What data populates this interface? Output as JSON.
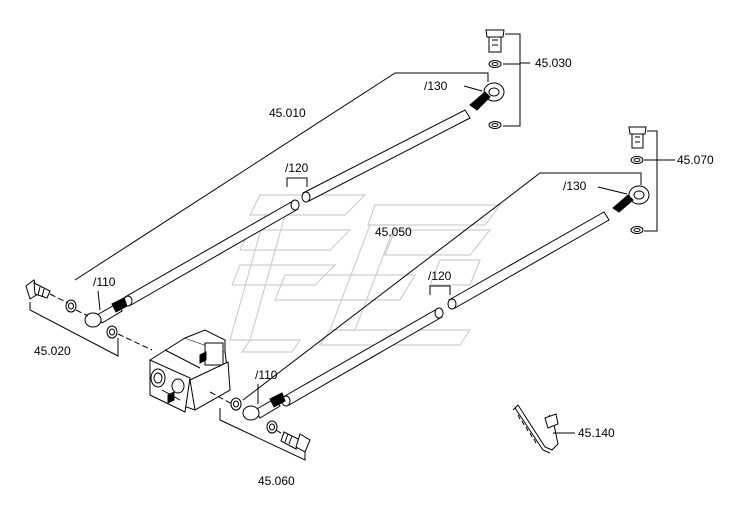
{
  "labels": {
    "l45030": "45.030",
    "l130a": "/130",
    "l45010": "45.010",
    "l120a": "/120",
    "l45070": "45.070",
    "l130b": "/130",
    "l45050": "45.050",
    "l120b": "/120",
    "l110a": "/110",
    "l45020": "45.020",
    "l110b": "/110",
    "l45060": "45.060",
    "l45140": "45.140"
  },
  "icons": {
    "watermark": "zf-logo-watermark",
    "pump": "hydraulic-pump-icon"
  }
}
